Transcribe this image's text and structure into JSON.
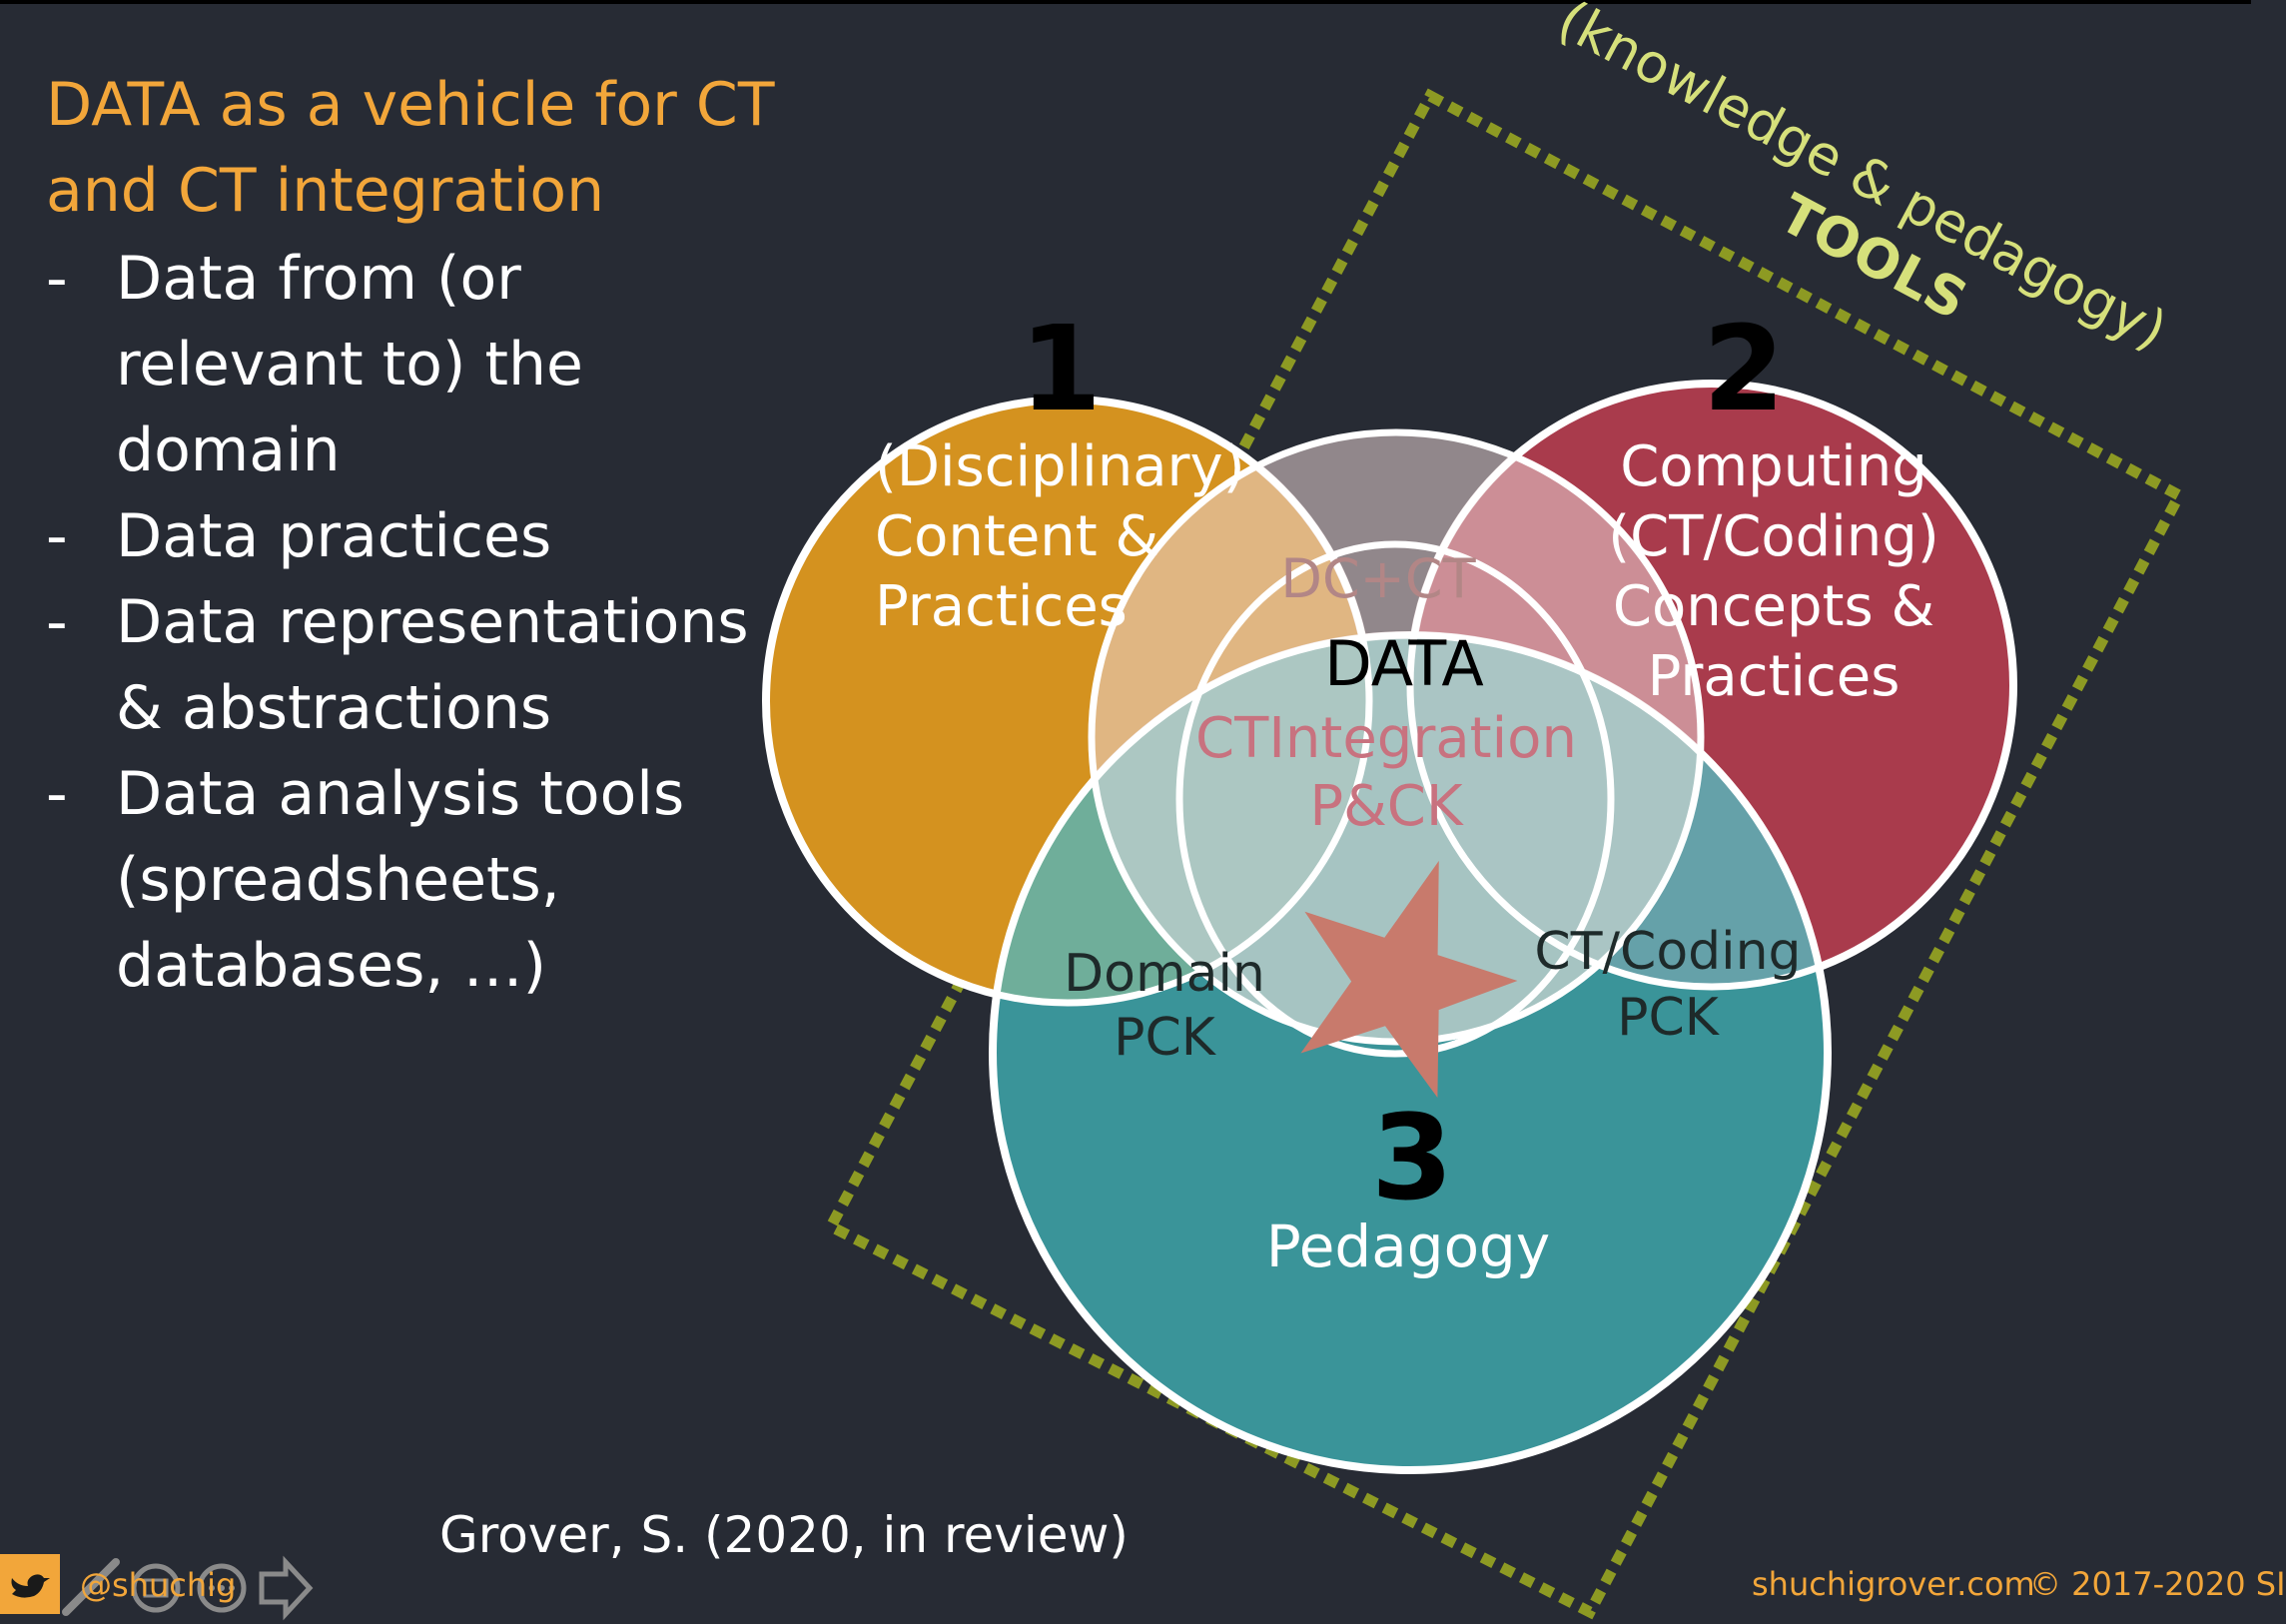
{
  "slide": {
    "title": "DATA as a vehicle for CT and CT integration",
    "bullets": [
      {
        "dash": "-",
        "text": "Data from (or relevant to) the domain"
      },
      {
        "dash": "-",
        "text": "Data practices"
      },
      {
        "dash": "-",
        "text": "Data representations & abstractions"
      },
      {
        "dash": "-",
        "text": "Data analysis tools (spreadsheets, databases, …)"
      }
    ],
    "citation": "Grover, S. (2020, in review)",
    "footer": {
      "handle": "@shuchig",
      "site": "shuchigrover.com",
      "copyright": "© 2017-2020 SI"
    }
  },
  "diagram": {
    "tools_label": "TOOLS",
    "knowledge_label": "(knowledge & pedagogy)",
    "circles": {
      "c1": {
        "number": "1",
        "lines": [
          "(Disciplinary)",
          "Content &",
          "Practices"
        ],
        "color": "#d4921f"
      },
      "c2": {
        "number": "2",
        "lines": [
          "Computing",
          "(CT/Coding)",
          "Concepts &",
          "Practices"
        ],
        "color": "#a93b4c"
      },
      "c3": {
        "number": "3",
        "lines": [
          "Pedagogy"
        ],
        "color": "#3a9499"
      },
      "center_circle_color": "#e9d3d3"
    },
    "regions": {
      "dc_ct": "DC+CT",
      "data": "DATA",
      "ct_integration": "CTIntegration",
      "pck": "P&CK",
      "domain_pck": [
        "Domain",
        "PCK"
      ],
      "ct_coding_pck": [
        "CT/Coding",
        "PCK"
      ]
    },
    "colors": {
      "dashed_box": "#8d9a23",
      "star": "#c87a6c",
      "tools_text": "#d6e07b",
      "title": "#f2a63a"
    }
  }
}
